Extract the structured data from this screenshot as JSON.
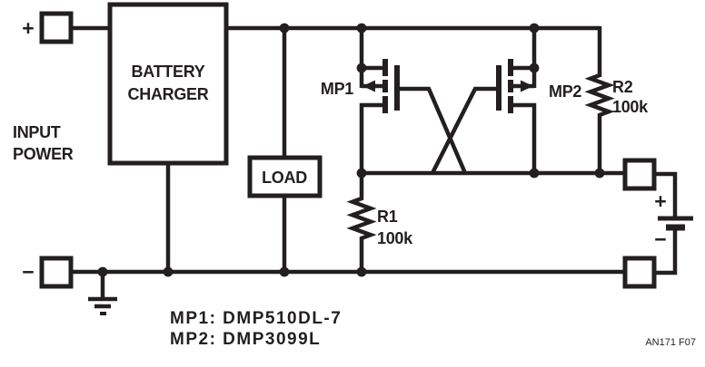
{
  "colors": {
    "line": "#231f20",
    "text": "#231f20",
    "background": "#ffffff"
  },
  "input": {
    "plus": "+",
    "minus": "−",
    "label_line1": "INPUT",
    "label_line2": "POWER"
  },
  "blocks": {
    "battery_charger_line1": "BATTERY",
    "battery_charger_line2": "CHARGER",
    "load": "LOAD"
  },
  "mosfets": {
    "mp1_label": "MP1",
    "mp2_label": "MP2"
  },
  "resistors": {
    "r1_label": "R1",
    "r1_value": "100k",
    "r2_label": "R2",
    "r2_value": "100k"
  },
  "battery": {
    "plus": "+",
    "minus": "−"
  },
  "notes": {
    "line1": "MP1: DMP510DL-7",
    "line2": "MP2: DMP3099L"
  },
  "figure_ref": "AN171 F07"
}
